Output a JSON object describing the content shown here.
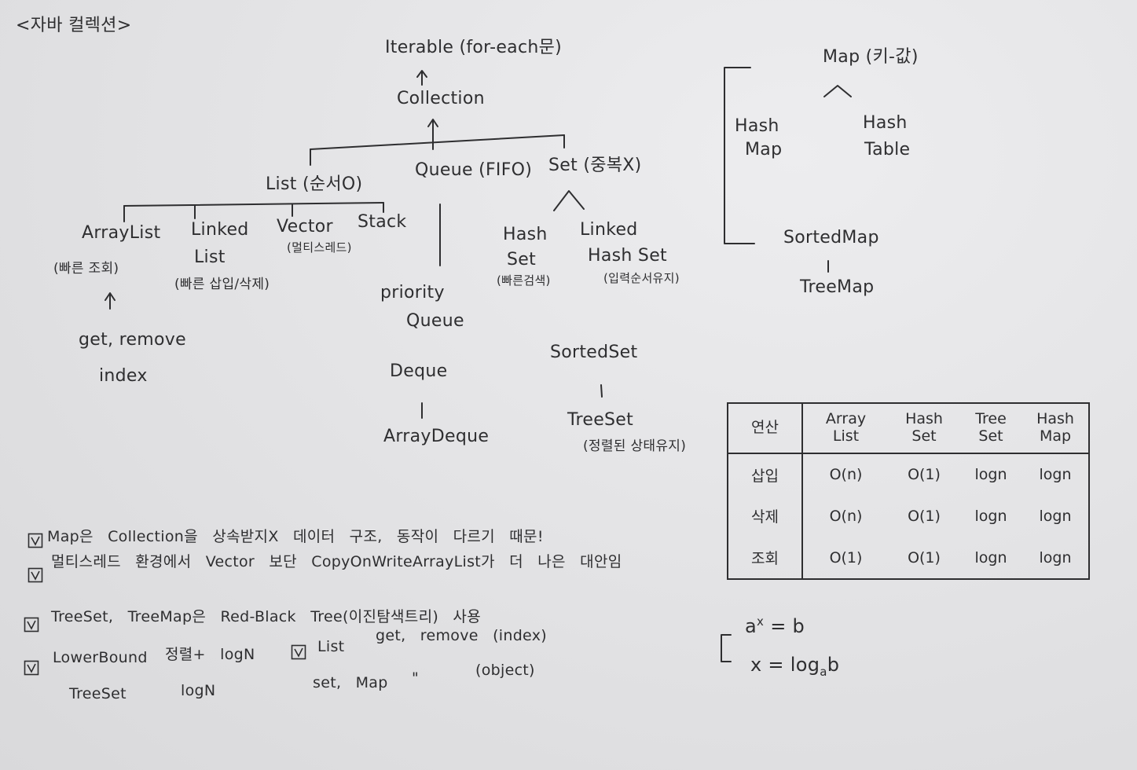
{
  "colors": {
    "paper": "#e4e4e6",
    "ink": "#2e2e30"
  },
  "title": "<자바 컬렉션>",
  "collection_tree": {
    "iterable": "Iterable (for-each문)",
    "collection": "Collection",
    "list": {
      "label": "List (순서O)",
      "array_list": {
        "name": "ArrayList",
        "note": "(빠른 조회)",
        "methods": "get, remove",
        "method_arg": "index"
      },
      "linked_list": {
        "name_line1": "Linked",
        "name_line2": "List",
        "note": "(빠른 삽입/삭제)"
      },
      "vector": {
        "name": "Vector",
        "note": "(멀티스레드)"
      },
      "stack": {
        "name": "Stack"
      }
    },
    "queue": {
      "label": "Queue (FIFO)",
      "priority_queue": {
        "line1": "priority",
        "line2": "Queue"
      },
      "deque": "Deque",
      "array_deque": "ArrayDeque"
    },
    "set": {
      "label": "Set (중복X)",
      "hash_set": {
        "line1": "Hash",
        "line2": "Set",
        "note": "(빠른검색)"
      },
      "linked_hash_set": {
        "line1": "Linked",
        "line2": "Hash Set",
        "note": "(입력순서유지)"
      },
      "sorted_set": "SortedSet",
      "tree_set": {
        "name": "TreeSet",
        "note": "(정렬된 상태유지)"
      }
    }
  },
  "map_tree": {
    "map": "Map (키-값)",
    "hash_map": {
      "line1": "Hash",
      "line2": "Map"
    },
    "hash_table": {
      "line1": "Hash",
      "line2": "Table"
    },
    "sorted_map": "SortedMap",
    "tree_map": "TreeMap"
  },
  "complexity_table": {
    "columns": [
      "연산",
      "Array\nList",
      "Hash\nSet",
      "Tree\nSet",
      "Hash\nMap"
    ],
    "rows": [
      {
        "op": "삽입",
        "values": [
          "O(n)",
          "O(1)",
          "logn",
          "logn"
        ]
      },
      {
        "op": "삭제",
        "values": [
          "O(n)",
          "O(1)",
          "logn",
          "logn"
        ]
      },
      {
        "op": "조회",
        "values": [
          "O(1)",
          "O(1)",
          "logn",
          "logn"
        ]
      }
    ]
  },
  "notes": [
    {
      "icon": "checkbox-checked-icon",
      "text": "Map은 Collection을 상속받지X 데이터 구조, 동작이 다르기 때문!"
    },
    {
      "icon": "checkbox-checked-icon",
      "text": "멀티스레드 환경에서 Vector 보단 CopyOnWriteArrayList가 더 나은 대안임"
    },
    {
      "icon": "checkbox-checked-icon",
      "text": "TreeSet, TreeMap은 Red-Black Tree(이진탐색트리) 사용"
    },
    {
      "icon": "checkbox-checked-icon",
      "term": "LowerBound",
      "detail": "정렬+ logN",
      "sub_term": "TreeSet",
      "sub_detail": "logN"
    },
    {
      "icon": "checkbox-checked-icon",
      "term": "List",
      "detail": "get, remove (index)",
      "sub_term": "set, Map",
      "ditto": "\"",
      "sub_detail": "(object)"
    }
  ],
  "math": {
    "base": "a",
    "exponent": "x",
    "rhs": "= b",
    "lhs2": "x = log",
    "log_base": "a",
    "log_arg": "b"
  }
}
